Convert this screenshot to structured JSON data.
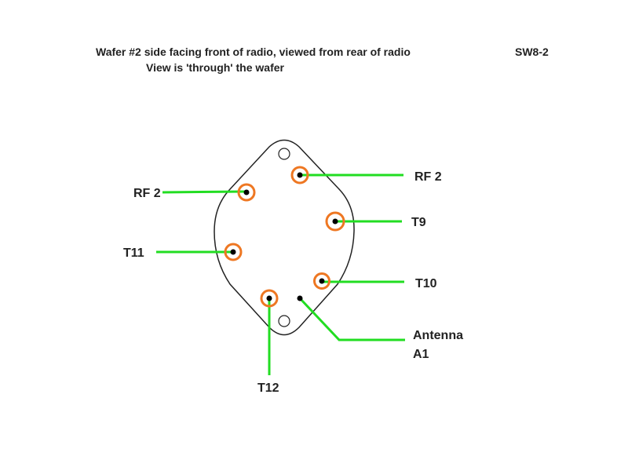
{
  "header": {
    "title_line1": "Wafer #2  side facing front of radio, viewed from rear of radio",
    "title_line2": "View is 'through' the wafer",
    "code": "SW8-2"
  },
  "labels": {
    "rf2_left": "RF 2",
    "rf2_right": "RF 2",
    "t9": "T9",
    "t10": "T10",
    "t11": "T11",
    "t12": "T12",
    "antenna_line1": "Antenna",
    "antenna_line2": "A1"
  },
  "colors": {
    "connector_line": "#22dd22",
    "terminal_ring": "#ee7722",
    "terminal_dot": "#000000",
    "wafer_outline": "#222222"
  }
}
